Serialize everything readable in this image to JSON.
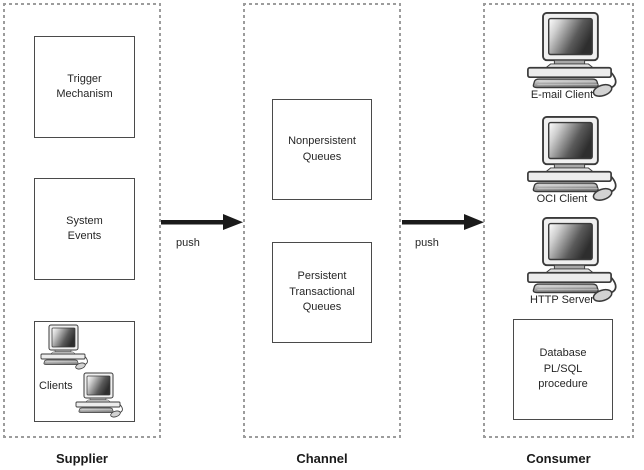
{
  "supplier": {
    "label": "Supplier",
    "trigger_box": "Trigger\nMechanism",
    "events_box": "System\nEvents",
    "clients_label": "Clients"
  },
  "channel": {
    "label": "Channel",
    "nonpersistent_box": "Nonpersistent\nQueues",
    "persistent_box": "Persistent\nTransactional\nQueues"
  },
  "consumer": {
    "label": "Consumer",
    "clients": [
      "E-mail Client",
      "OCI Client",
      "HTTP Server"
    ],
    "database_box": "Database\nPL/SQL\nprocedure"
  },
  "arrows": {
    "supplier_to_channel": "push",
    "channel_to_consumer": "push"
  },
  "icons": {
    "computer": "computer-icon"
  },
  "colors": {
    "box_border": "#4a4a4a",
    "dashed_border": "#9c9c9c",
    "text": "#262626",
    "arrow": "#1a1a1a"
  }
}
